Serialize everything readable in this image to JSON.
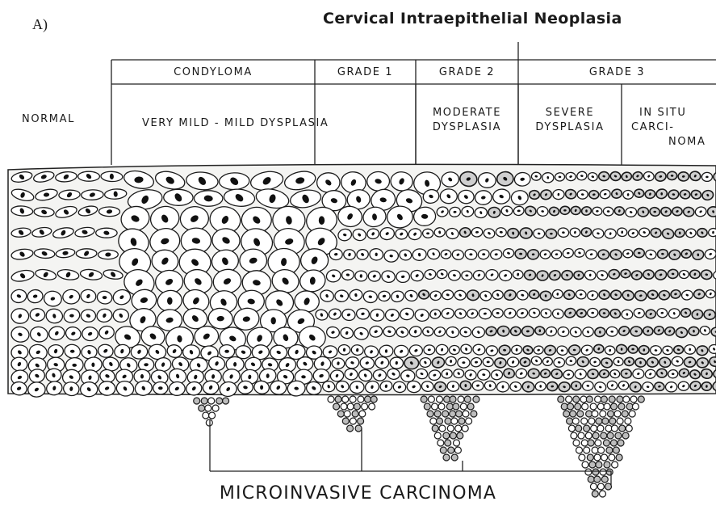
{
  "panel_label": "A)",
  "title": "Cervical Intraepithelial Neoplasia",
  "grades": [
    "CONDYLOMA",
    "GRADE 1",
    "GRADE 2",
    "GRADE 3"
  ],
  "stages": {
    "normal": "NORMAL",
    "mild": "VERY MILD - MILD DYSPLASIA",
    "moderate_line1": "MODERATE",
    "moderate_line2": "DYSPLASIA",
    "severe_line1": "SEVERE",
    "severe_line2": "DYSPLASIA",
    "insitu_line1": "IN SITU",
    "insitu_line2": "CARCI-",
    "insitu_line3": "NOMA"
  },
  "bottom_label": "MICROINVASIVE CARCINOMA"
}
